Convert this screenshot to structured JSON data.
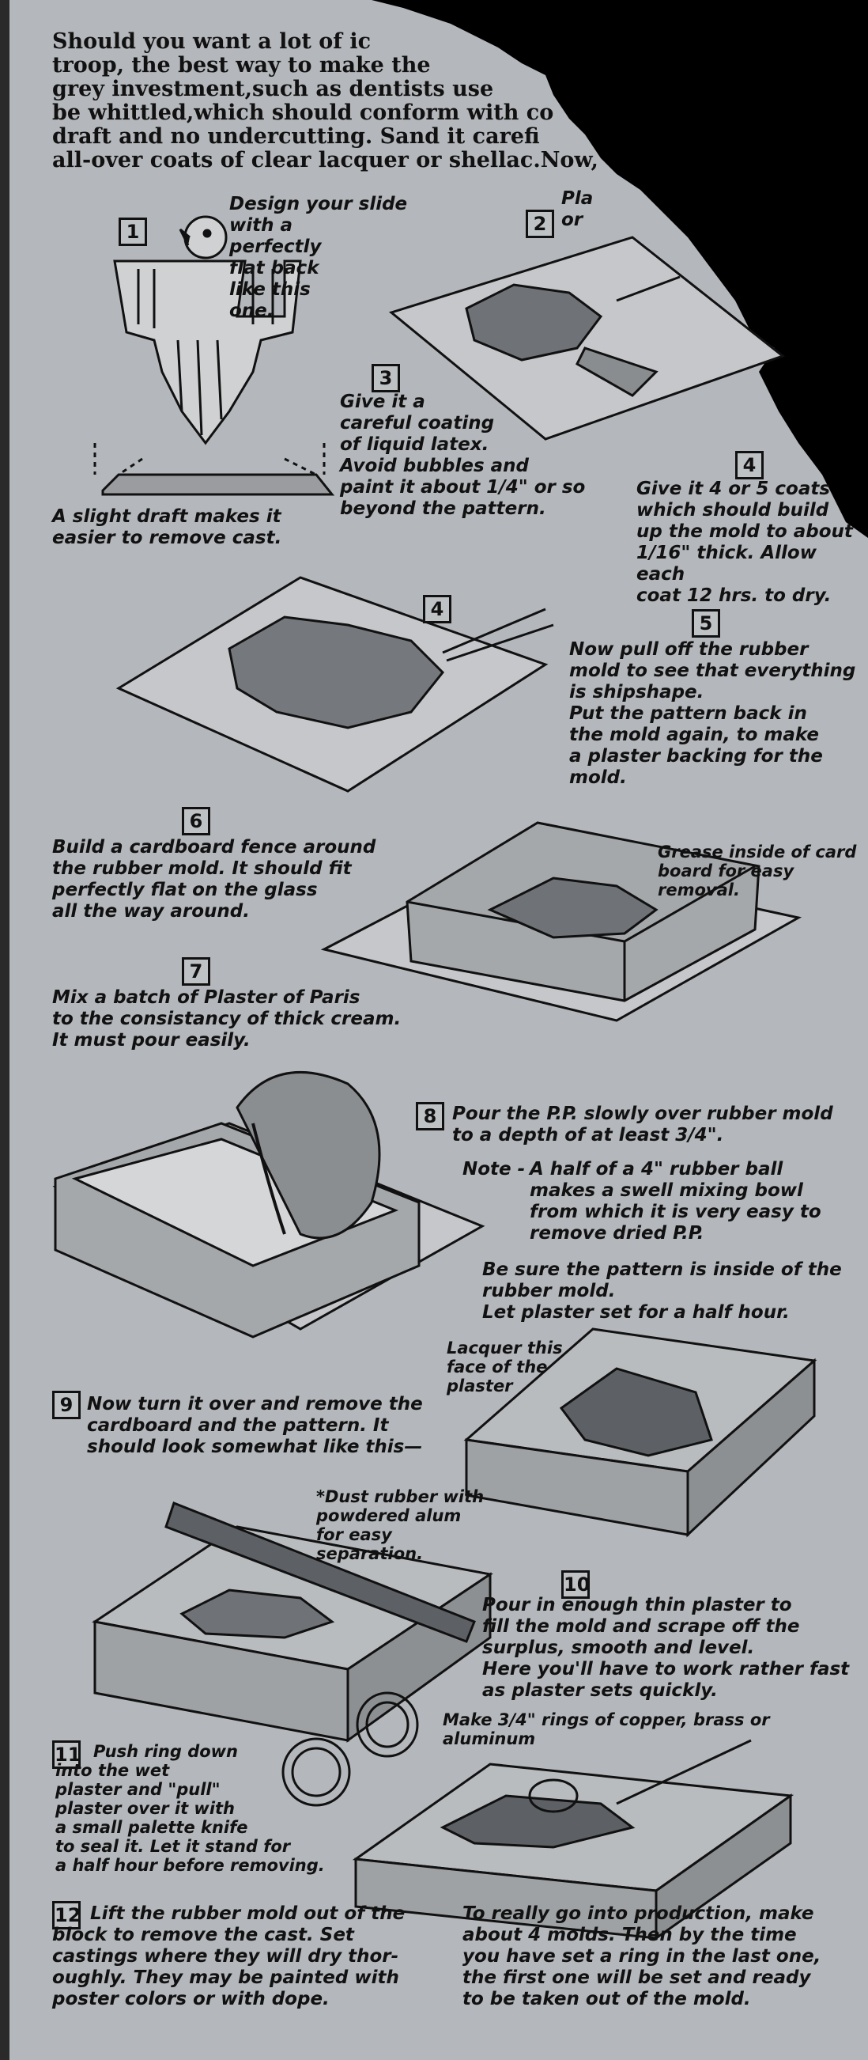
{
  "colors": {
    "paper": "#b4b7bb",
    "ink": "#111111",
    "background": "#000000"
  },
  "intro": "Should you want a lot of ic\ntroop, the best way to make the\ngrey investment,such as dentists use\nbe whittled,which should conform with co\ndraft and no undercutting. Sand it carefi\nall-over coats of clear lacquer or shellac.Now,",
  "steps": {
    "s1": {
      "num": "1",
      "text": "Design your slide\nwith a\nperfectly\nflat back\nlike this\none."
    },
    "s2": {
      "num": "2",
      "text": "Pla\nor"
    },
    "s3": {
      "num": "3",
      "text": "Give it a\ncareful coating\nof liquid latex.\nAvoid bubbles and\npaint it about 1/4\" or so\nbeyond the pattern."
    },
    "draft_note": "A slight draft makes it\neasier to remove cast.",
    "s4a": {
      "num": "4",
      "text": "Give it 4 or 5 coats\nwhich should build\nup the mold to about\n1/16\" thick. Allow each\ncoat 12 hrs. to dry."
    },
    "s4b": {
      "num": "4"
    },
    "s5": {
      "num": "5",
      "text": "Now pull off the rubber\nmold to see that everything\nis shipshape.\nPut the pattern back in\nthe mold again, to make\na plaster backing for the\nmold."
    },
    "s6": {
      "num": "6",
      "text": "Build a cardboard fence around\nthe rubber mold. It should fit\nperfectly flat on the glass\nall the way around."
    },
    "grease_note": "Grease inside of card\nboard for easy\nremoval.",
    "s7": {
      "num": "7",
      "text": "Mix a batch of Plaster of Paris\nto the consistancy of thick cream.\nIt must pour easily."
    },
    "s8": {
      "num": "8",
      "text": "Pour the P.P. slowly over rubber mold\nto a depth of at least 3/4\"."
    },
    "note_label": "Note -",
    "note_text": "A half of a 4\" rubber ball\nmakes a swell mixing bowl\nfrom which it is very easy to\nremove dried P.P.",
    "pattern_note": "Be sure the pattern is inside of the\nrubber mold.\n    Let plaster set for a half hour.",
    "lacquer_note": "Lacquer this\nface of the\nplaster",
    "s9": {
      "num": "9",
      "text": "Now turn it over and remove the\ncardboard and the pattern. It\nshould look somewhat like this—"
    },
    "dust_note": "*Dust rubber with\npowdered alum\nfor easy\nseparation.",
    "s10": {
      "num": "10",
      "text": "Pour in enough thin plaster to\nfill the mold and scrape off the\nsurplus, smooth and level.\nHere you'll have to work rather fast\nas plaster sets quickly."
    },
    "rings_note": "Make 3/4\" rings of copper, brass or aluminum",
    "s11": {
      "num": "11",
      "text": "Push ring down\ninto the wet\nplaster and \"pull\"\nplaster over it with\na small palette knife\nto seal it. Let it stand for\na half hour before removing."
    },
    "s12": {
      "num": "12",
      "text": "Lift the rubber mold out of the\nblock to remove the cast. Set\ncastings where they will dry thor-\noughly. They may be painted with\nposter colors or with dope."
    },
    "production_note": "To really go into production, make\nabout 4 molds. Then by the time\nyou have set a ring in the last one,\nthe first one will be set and ready\nto be taken out of the mold."
  },
  "illustrations": [
    "thunderbird-slide-drawing",
    "draft-profile-drawing",
    "latex-coating-drawing",
    "brush-coat-drawing",
    "cardboard-fence-drawing",
    "pouring-plaster-drawing",
    "plaster-mold-drawing",
    "scraping-plaster-drawing",
    "rings-drawing",
    "ring-setting-drawing"
  ]
}
